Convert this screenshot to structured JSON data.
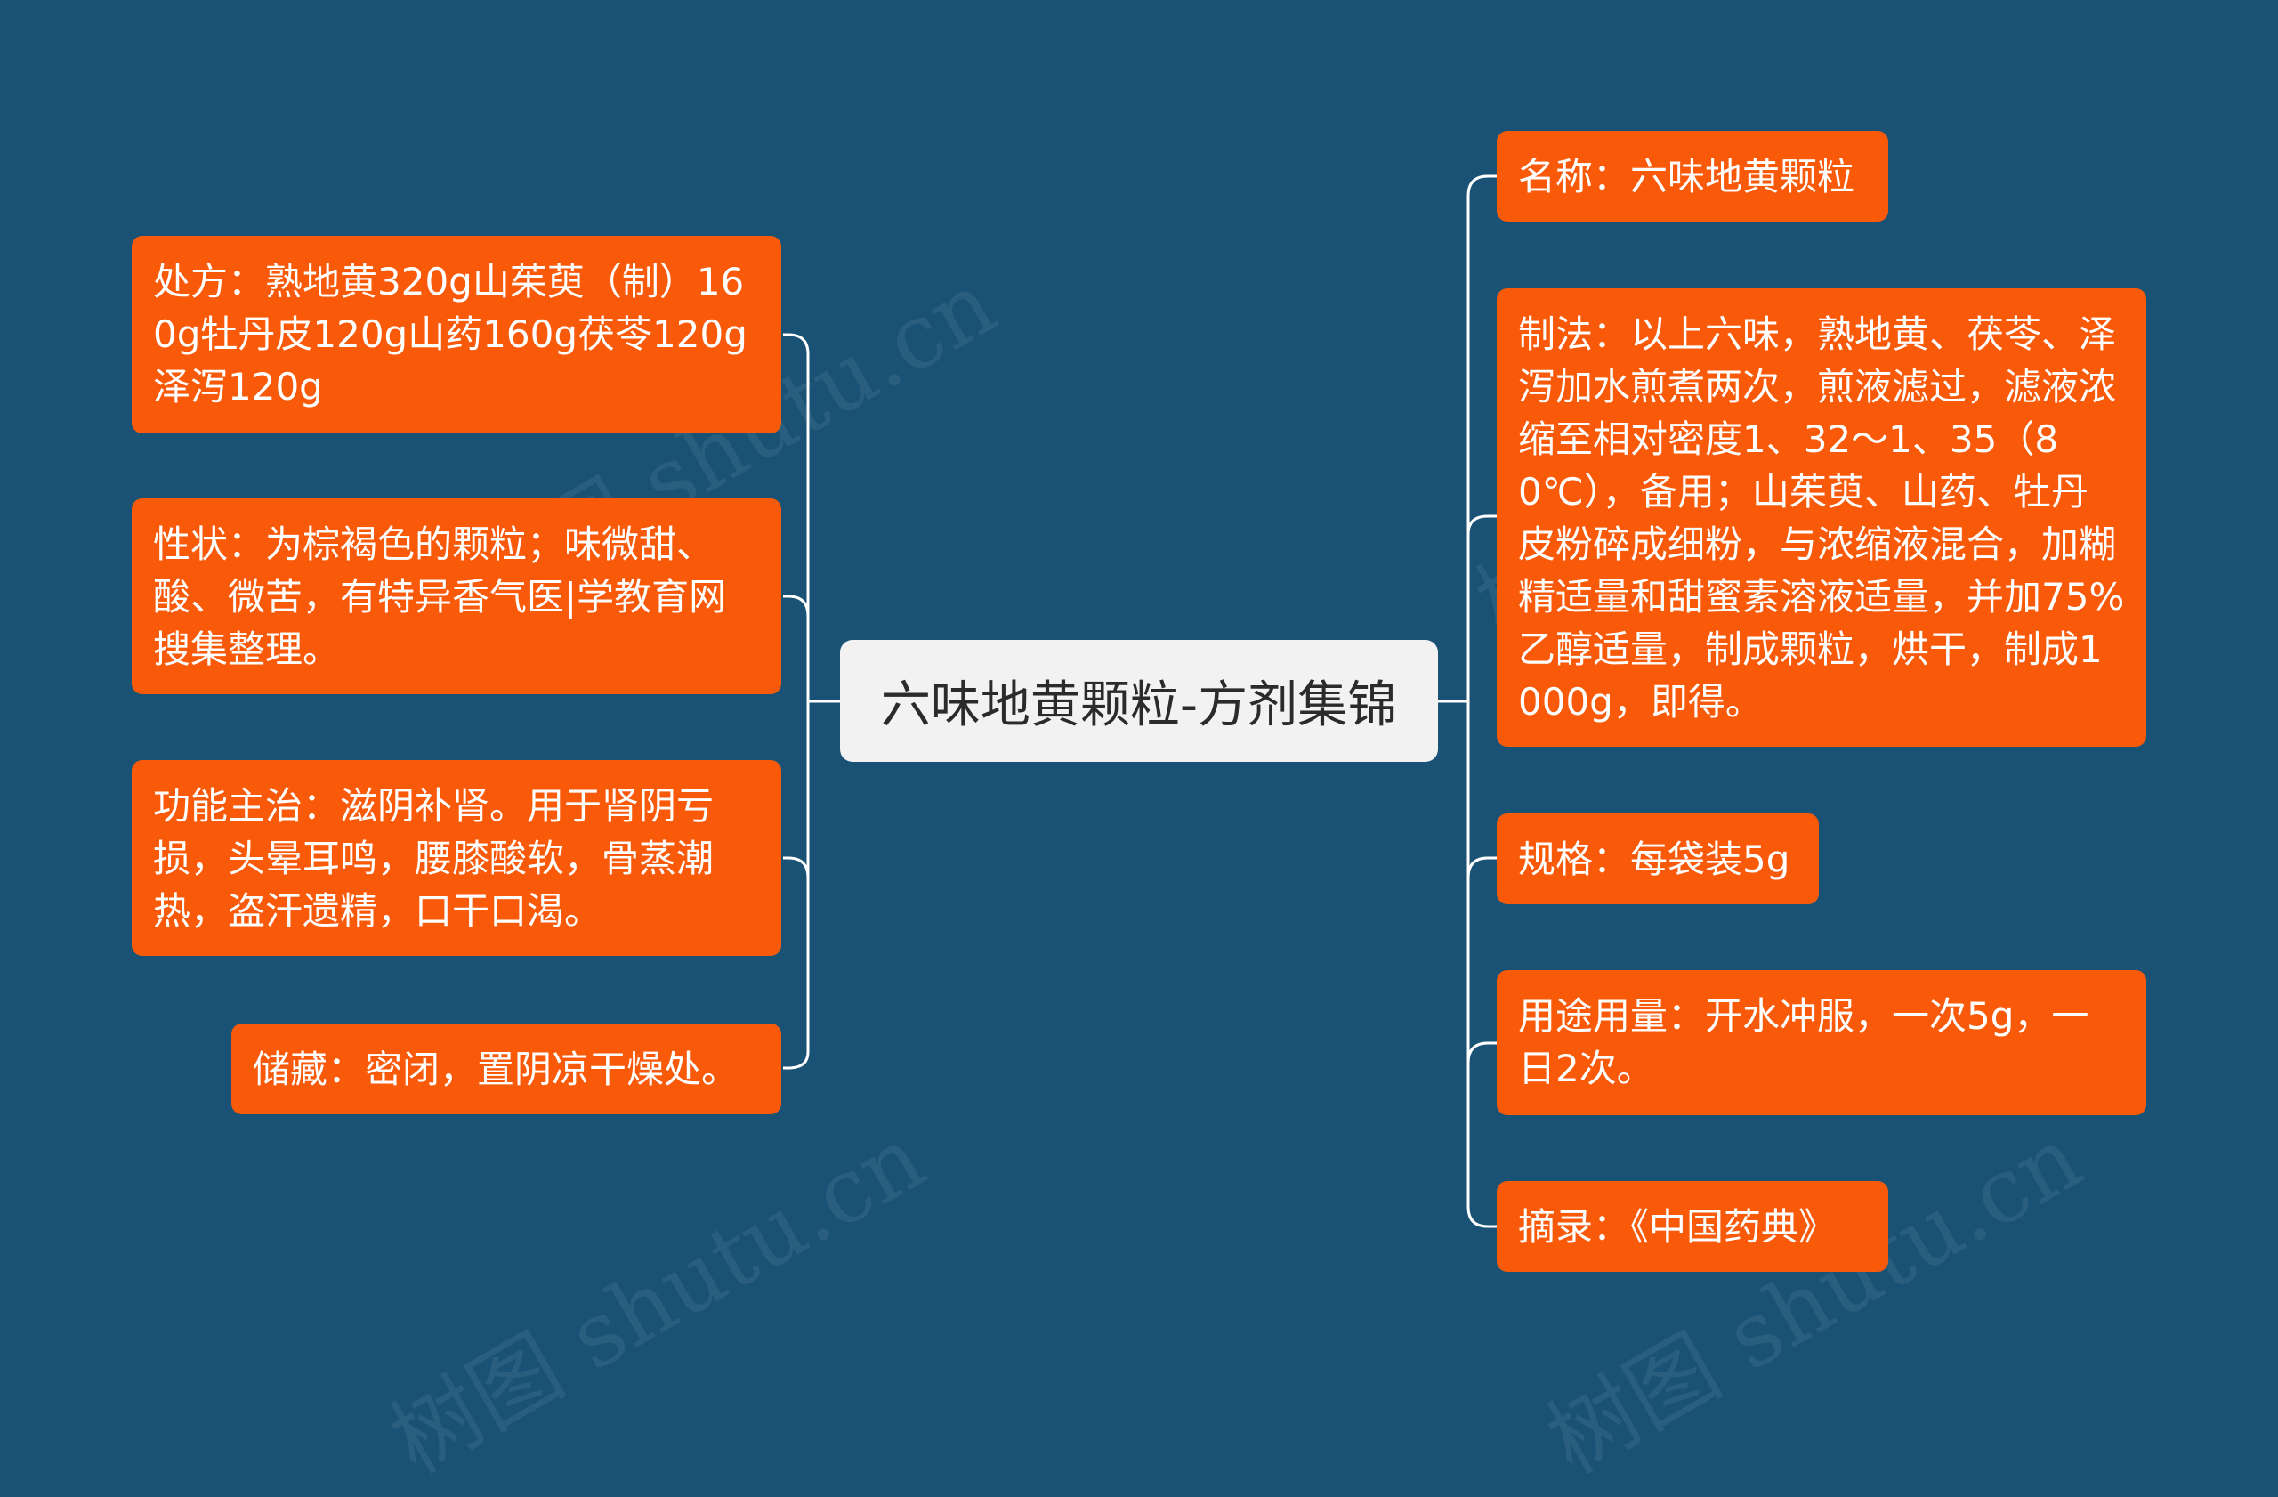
{
  "center": {
    "label": "六味地黄颗粒-方剂集锦"
  },
  "left_nodes": [
    {
      "text": "处方：熟地黄320g山茱萸（制）160g牡丹皮120g山药160g茯苓120g泽泻120g"
    },
    {
      "text": "性状：为棕褐色的颗粒；味微甜、酸、微苦，有特异香气医|学教育网搜集整理。"
    },
    {
      "text": "功能主治：滋阴补肾。用于肾阴亏损，头晕耳鸣，腰膝酸软，骨蒸潮热，盗汗遗精，口干口渴。"
    },
    {
      "text": "储藏：密闭，置阴凉干燥处。"
    }
  ],
  "right_nodes": [
    {
      "text": "名称：六味地黄颗粒"
    },
    {
      "text": "制法：以上六味，熟地黄、茯苓、泽泻加水煎煮两次，煎液滤过，滤液浓缩至相对密度1、32～1、35（80℃），备用；山茱萸、山药、牡丹皮粉碎成细粉，与浓缩液混合，加糊精适量和甜蜜素溶液适量，并加75%乙醇适量，制成颗粒，烘干，制成1000g，即得。"
    },
    {
      "text": "规格：每袋装5g"
    },
    {
      "text": "用途用量：开水冲服，一次5g，一日2次。"
    },
    {
      "text": "摘录：《中国药典》"
    }
  ],
  "watermarks": [
    "树图 shutu.cn",
    "树图 shutu.cn",
    "树图 shutu.cn",
    "树图 shutu.cn"
  ],
  "colors": {
    "background": "#1a5276",
    "node": "#f85a0a",
    "center": "#f2f2f2",
    "line": "#ffffff"
  }
}
